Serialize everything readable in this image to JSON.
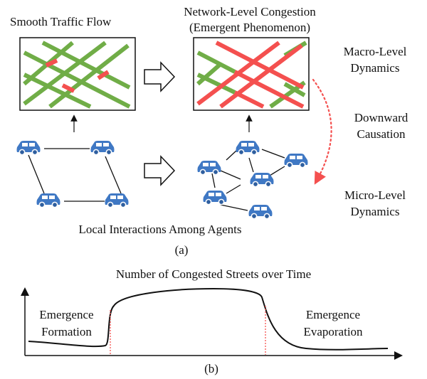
{
  "part_a": {
    "title_left": "Smooth Traffic Flow",
    "title_right_line1": "Network-Level Congestion",
    "title_right_line2": "(Emergent Phenomenon)",
    "macro_line1": "Macro-Level",
    "macro_line2": "Dynamics",
    "downward_line1": "Downward",
    "downward_line2": "Causation",
    "micro_line1": "Micro-Level",
    "micro_line2": "Dynamics",
    "bottom_caption": "Local Interactions Among Agents",
    "sublabel": "(a)",
    "colors": {
      "road_green": "#70ad47",
      "road_red": "#f4504f",
      "car_blue": "#3f78c4",
      "causation_arrow": "#f4504f"
    }
  },
  "part_b": {
    "title": "Number of Congested Streets over Time",
    "left_line1": "Emergence",
    "left_line2": "Formation",
    "right_line1": "Emergence",
    "right_line2": "Evaporation",
    "sublabel": "(b)"
  }
}
